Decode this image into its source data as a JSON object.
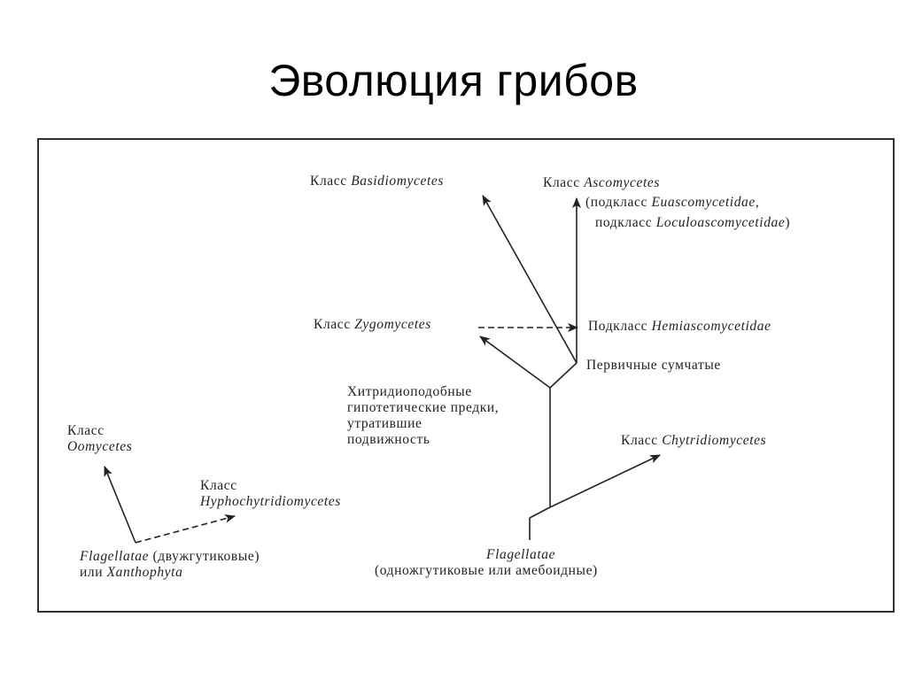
{
  "title": "Эволюция грибов",
  "labels": {
    "basidio_prefix": "Класс",
    "basidio_name": "Basidiomycetes",
    "asco_prefix": "Класс",
    "asco_name": "Ascomycetes",
    "euasco_prefix": "(подкласс",
    "euasco_name": "Euascomycetidae,",
    "loculo_prefix": "подкласс",
    "loculo_name": "Loculoascomycetidae",
    "loculo_suffix": ")",
    "zygo_prefix": "Класс",
    "zygo_name": "Zygomycetes",
    "hemi_prefix": "Подкласс",
    "hemi_name": "Hemiascomycetidae",
    "primary_asci": "Первичные сумчатые",
    "chytrid_line1": "Хитридиоподобные",
    "chytrid_line2": "гипотетические предки,",
    "chytrid_line3": "утратившие",
    "chytrid_line4": "подвижность",
    "chytridio_prefix": "Класс",
    "chytridio_name": "Chytridiomycetes",
    "oomyc_prefix": "Класс",
    "oomyc_name": "Oomycetes",
    "hypho_prefix": "Класс",
    "hypho_name": "Hyphochytridiomycetes",
    "flag_bi_name": "Flagellatae",
    "flag_bi_desc": "(двужгутиковые)",
    "flag_bi_or": "или",
    "flag_bi_alt": "Xanthophyta",
    "flag_mono_name": "Flagellatae",
    "flag_mono_desc": "(одножгутиковые или амебоидные)"
  }
}
